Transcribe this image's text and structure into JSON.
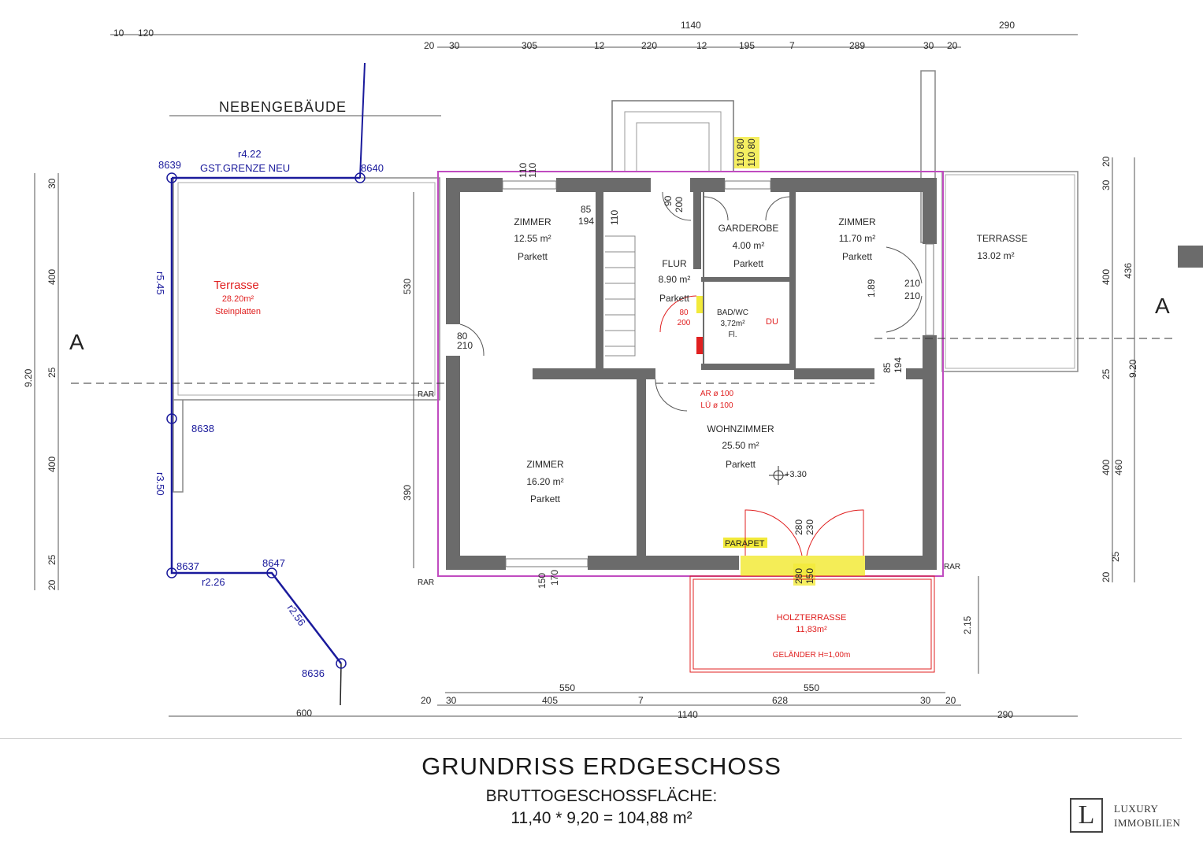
{
  "title": "GRUNDRISS ERDGESCHOSS",
  "subtitle": "BRUTTOGESCHOSSFLÄCHE:",
  "formula": "11,40 * 9,20 = 104,88 m²",
  "logo": {
    "letter": "L",
    "line1": "LUXURY",
    "line2": "IMMOBILIEN"
  },
  "outbuilding": "NEBENGEBÄUDE",
  "section_mark": "A",
  "colors": {
    "boundary": "#1a1a9c",
    "red_annotation": "#e02020",
    "highlight": "#f2ea3a",
    "insulation": "#c04cc0",
    "wall": "#6b6b6b"
  },
  "rooms": {
    "zimmer1": {
      "name": "ZIMMER",
      "area": "12.55 m²",
      "floor": "Parkett"
    },
    "flur": {
      "name": "FLUR",
      "area": "8.90 m²",
      "floor": "Parkett"
    },
    "garderobe": {
      "name": "GARDEROBE",
      "area": "4.00 m²",
      "floor": "Parkett"
    },
    "zimmer2": {
      "name": "ZIMMER",
      "area": "11.70 m²",
      "floor": "Parkett"
    },
    "terrasse_east": {
      "name": "TERRASSE",
      "area": "13.02 m²"
    },
    "bad": {
      "name": "BAD/WC",
      "area": "3,72m²",
      "floor": "Fl."
    },
    "zimmer3": {
      "name": "ZIMMER",
      "area": "16.20 m²",
      "floor": "Parkett"
    },
    "wohnzimmer": {
      "name": "WOHNZIMMER",
      "area": "25.50 m²",
      "floor": "Parkett"
    }
  },
  "terrasse_west": {
    "name": "Terrasse",
    "area": "28.20m²",
    "floor": "Steinplatten"
  },
  "holzterrasse": {
    "name": "HOLZTERRASSE",
    "area": "11,83m²",
    "railing": "GELÄNDER H=1,00m"
  },
  "annotations": {
    "du": "DU",
    "ar": "AR ø 100",
    "lu": "LÜ ø 100",
    "parapet": "PARAPET",
    "level": "+3.30",
    "rar": "RAR",
    "door_80": "80",
    "door_200": "200",
    "door_210": "210",
    "door_80b": "80",
    "door_210b": "210"
  },
  "boundary": {
    "label": "GST.GRENZE NEU",
    "points": [
      "8639",
      "8640",
      "8638",
      "8637",
      "8647",
      "8636"
    ],
    "segments": [
      "r4.22",
      "r5.45",
      "r3.50",
      "r2.26",
      "r2.56"
    ]
  },
  "dims_top1": [
    "10",
    "120",
    "1140",
    "290"
  ],
  "dims_top2": [
    "20",
    "30",
    "305",
    "12",
    "220",
    "12",
    "195",
    "7",
    "289",
    "30",
    "20"
  ],
  "dims_bottom1": [
    "550",
    "550"
  ],
  "dims_bottom2": [
    "20",
    "30",
    "405",
    "7",
    "628",
    "30",
    "20"
  ],
  "dims_bottom3": [
    "600",
    "1140",
    "290"
  ],
  "dims_left": [
    "30",
    "400",
    "25",
    "400",
    "25",
    "20",
    "9.20"
  ],
  "dims_left_inner": [
    "530",
    "390"
  ],
  "dims_right": [
    "20",
    "30",
    "400",
    "436",
    "25",
    "9.20",
    "400",
    "460",
    "25",
    "20"
  ],
  "dims_misc": {
    "d110a": "110",
    "d110b": "110",
    "d85": "85",
    "d194": "194",
    "d110c": "110",
    "d90": "90",
    "d200": "200",
    "d1080a": "110 80",
    "d1080b": "110 80",
    "d189": "1.89",
    "d210a": "210",
    "d210b": "210",
    "d85b": "85",
    "d194b": "194",
    "d150": "150",
    "d170": "170",
    "d280": "280",
    "d230": "230",
    "d280b": "280",
    "d150b": "150",
    "d215": "2.15"
  }
}
